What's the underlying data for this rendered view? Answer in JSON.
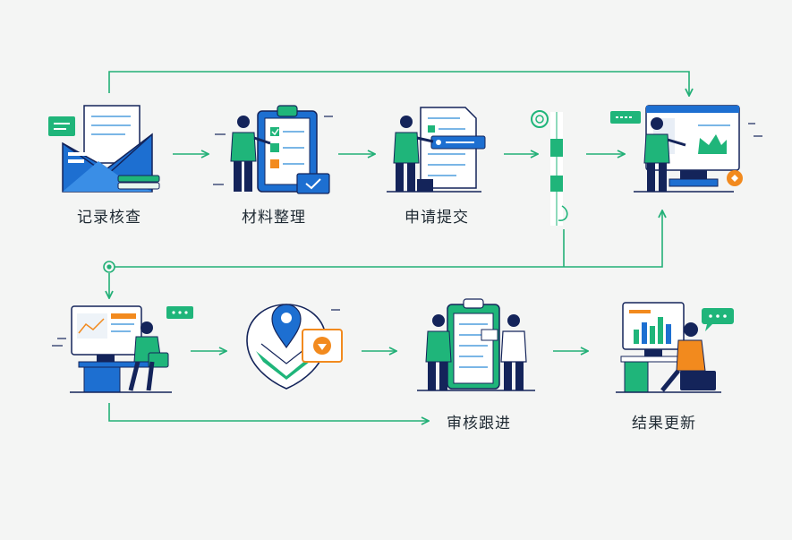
{
  "steps": [
    {
      "label": "记录核查"
    },
    {
      "label": "材料整理"
    },
    {
      "label": "申请提交"
    },
    {
      "label": "审核跟进"
    },
    {
      "label": "结果更新"
    }
  ],
  "colors": {
    "green": "#1fb57a",
    "blue": "#1d6fd1",
    "navy": "#14245a",
    "orange": "#f28a1e",
    "line": "#23b077"
  }
}
